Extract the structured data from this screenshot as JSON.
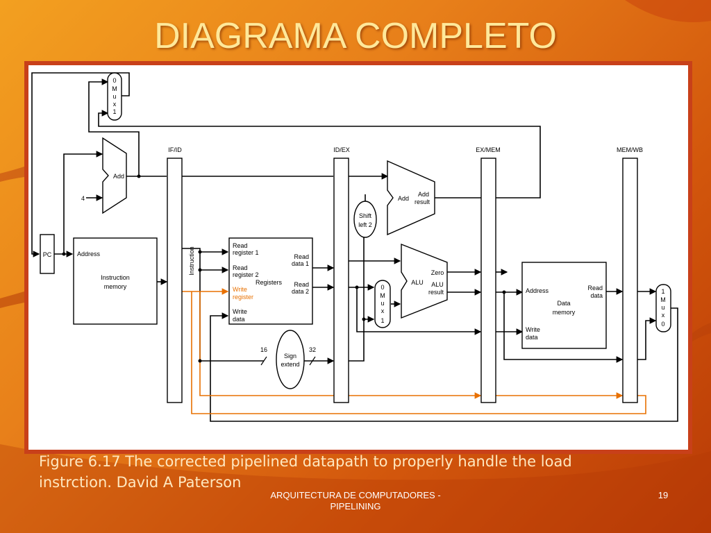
{
  "slide": {
    "title": "DIAGRAMA COMPLETO",
    "caption_line1": "Figure 6.17 The corrected pipelined datapath to properly handle the load",
    "caption_line2": "instrction. David A Paterson",
    "footer_line1": "ARQUITECTURA DE COMPUTADORES -",
    "footer_line2": "PIPELINING",
    "page_number": "19"
  },
  "diagram": {
    "pipeline_registers": {
      "if_id": "IF/ID",
      "id_ex": "ID/EX",
      "ex_mem": "EX/MEM",
      "mem_wb": "MEM/WB"
    },
    "pc": "PC",
    "constant_four": "4",
    "top_mux": {
      "in0": "0",
      "m": "M",
      "u": "u",
      "x": "x",
      "in1": "1"
    },
    "alu_mux": {
      "in0": "0",
      "m": "M",
      "u": "u",
      "x": "x",
      "in1": "1"
    },
    "wb_mux": {
      "in1": "1",
      "m": "M",
      "u": "u",
      "x": "x",
      "in0": "0"
    },
    "pc_adder": "Add",
    "branch_adder": {
      "add": "Add",
      "result1": "Add",
      "result2": "result"
    },
    "instruction_memory": {
      "address": "Address",
      "name1": "Instruction",
      "name2": "memory"
    },
    "instruction_label": "Instruction",
    "registers": {
      "read_reg1_a": "Read",
      "read_reg1_b": "register 1",
      "read_reg2_a": "Read",
      "read_reg2_b": "register 2",
      "write_reg_a": "Write",
      "write_reg_b": "register",
      "write_data_a": "Write",
      "write_data_b": "data",
      "name": "Registers",
      "read_data1_a": "Read",
      "read_data1_b": "data 1",
      "read_data2_a": "Read",
      "read_data2_b": "data 2"
    },
    "shift_left": {
      "line1": "Shift",
      "line2": "left 2"
    },
    "sign_extend": {
      "line1": "Sign",
      "line2": "extend",
      "bits_in": "16",
      "bits_out": "32"
    },
    "alu": {
      "name": "ALU",
      "zero": "Zero",
      "result1": "ALU",
      "result2": "result"
    },
    "data_memory": {
      "address": "Address",
      "read_data1": "Read",
      "read_data2": "data",
      "name1": "Data",
      "name2": "memory",
      "write_data1": "Write",
      "write_data2": "data"
    },
    "colors": {
      "wire": "#000000",
      "highlight": "#e87000",
      "frame": "#c8401a",
      "title": "#ffe89a"
    }
  }
}
